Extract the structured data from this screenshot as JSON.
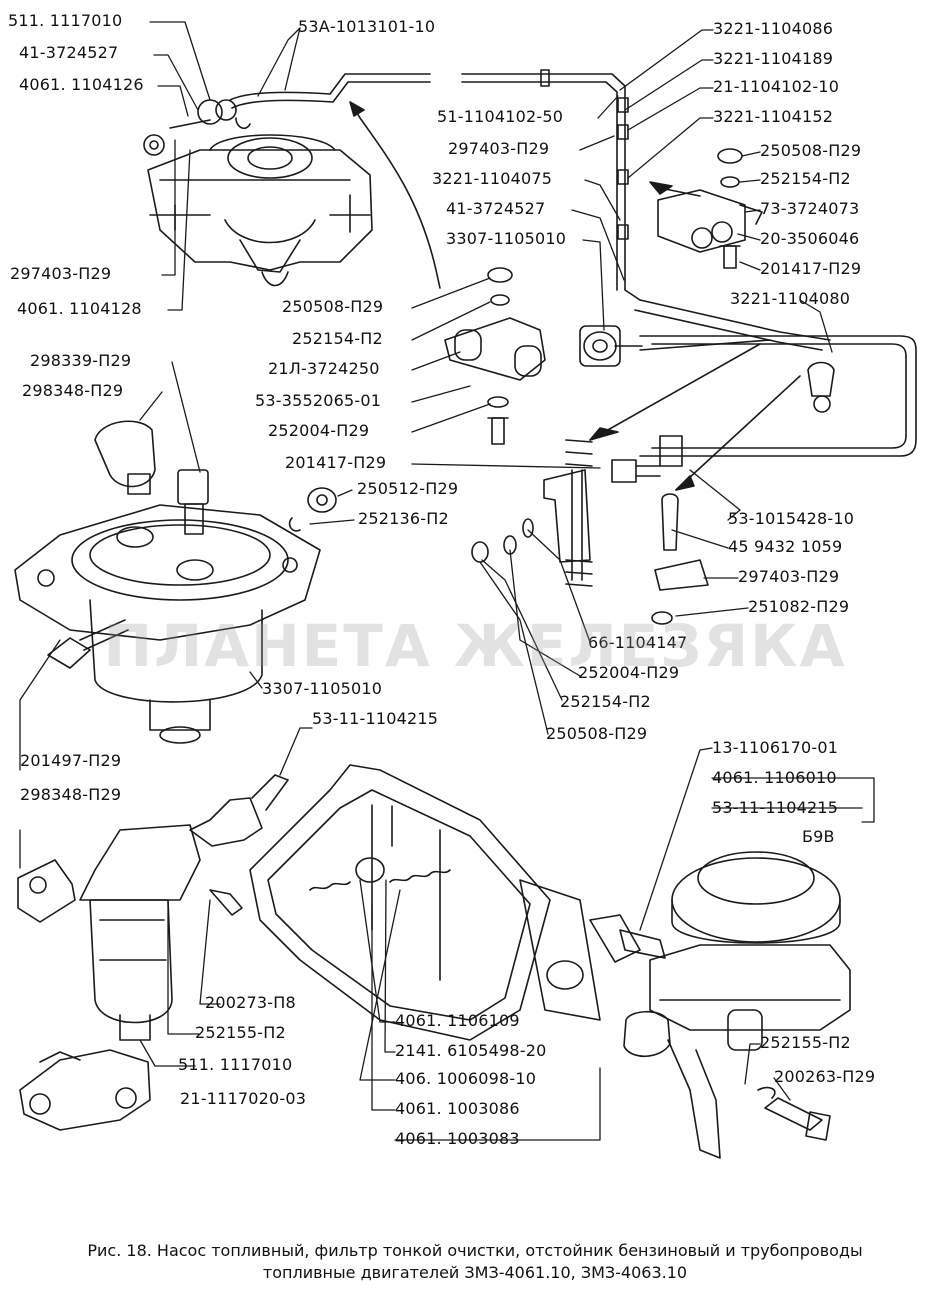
{
  "watermark": "ПЛАНЕТА ЖЕЛЕЗЯКА",
  "caption": {
    "line1": "Рис. 18. Насос топливный, фильтр тонкой очистки, отстойник бензиновый и трубопроводы",
    "line2": "топливные двигателей ЗМЗ-4061.10, ЗМЗ-4063.10"
  },
  "parts": [
    {
      "id": "p01",
      "label": "511. 1117010"
    },
    {
      "id": "p02",
      "label": "41-3724527"
    },
    {
      "id": "p03",
      "label": "4061. 1104126"
    },
    {
      "id": "p04",
      "label": "53А-1013101-10"
    },
    {
      "id": "p05",
      "label": "3221-1104086"
    },
    {
      "id": "p06",
      "label": "3221-1104189"
    },
    {
      "id": "p07",
      "label": "21-1104102-10"
    },
    {
      "id": "p08",
      "label": "51-1104102-50"
    },
    {
      "id": "p09",
      "label": "3221-1104152"
    },
    {
      "id": "p10",
      "label": "297403-П29"
    },
    {
      "id": "p11",
      "label": "250508-П29"
    },
    {
      "id": "p12",
      "label": "3221-1104075"
    },
    {
      "id": "p13",
      "label": "252154-П2"
    },
    {
      "id": "p14",
      "label": "41-3724527"
    },
    {
      "id": "p15",
      "label": "73-3724073"
    },
    {
      "id": "p16",
      "label": "3307-1105010"
    },
    {
      "id": "p17",
      "label": "20-3506046"
    },
    {
      "id": "p18",
      "label": "297403-П29"
    },
    {
      "id": "p19",
      "label": "201417-П29"
    },
    {
      "id": "p20",
      "label": "4061. 1104128"
    },
    {
      "id": "p21",
      "label": "250508-П29"
    },
    {
      "id": "p22",
      "label": "3221-1104080"
    },
    {
      "id": "p23",
      "label": "298339-П29"
    },
    {
      "id": "p24",
      "label": "252154-П2"
    },
    {
      "id": "p25",
      "label": "298348-П29"
    },
    {
      "id": "p26",
      "label": "21Л-3724250"
    },
    {
      "id": "p27",
      "label": "53-3552065-01"
    },
    {
      "id": "p28",
      "label": "252004-П29"
    },
    {
      "id": "p29",
      "label": "201417-П29"
    },
    {
      "id": "p30",
      "label": "250512-П29"
    },
    {
      "id": "p31",
      "label": "252136-П2"
    },
    {
      "id": "p32",
      "label": "53-1015428-10"
    },
    {
      "id": "p33",
      "label": "45 9432 1059"
    },
    {
      "id": "p34",
      "label": "297403-П29"
    },
    {
      "id": "p35",
      "label": "251082-П29"
    },
    {
      "id": "p36",
      "label": "66-1104147"
    },
    {
      "id": "p37",
      "label": "252004-П29"
    },
    {
      "id": "p38",
      "label": "3307-1105010"
    },
    {
      "id": "p39",
      "label": "252154-П2"
    },
    {
      "id": "p40",
      "label": "250508-П29"
    },
    {
      "id": "p41",
      "label": "53-11-1104215"
    },
    {
      "id": "p42",
      "label": "13-1106170-01"
    },
    {
      "id": "p43",
      "label": "201497-П29"
    },
    {
      "id": "p44",
      "label": "4061. 1106010"
    },
    {
      "id": "p45",
      "label": "298348-П29"
    },
    {
      "id": "p46",
      "label": "53-11-1104215"
    },
    {
      "id": "p47",
      "label": "Б9В"
    },
    {
      "id": "p48",
      "label": "200273-П8"
    },
    {
      "id": "p49",
      "label": "4061. 1106109"
    },
    {
      "id": "p50",
      "label": "252155-П2"
    },
    {
      "id": "p51",
      "label": "2141. 6105498-20"
    },
    {
      "id": "p52",
      "label": "252155-П2"
    },
    {
      "id": "p53",
      "label": "511. 1117010"
    },
    {
      "id": "p54",
      "label": "406. 1006098-10"
    },
    {
      "id": "p55",
      "label": "200263-П29"
    },
    {
      "id": "p56",
      "label": "21-1117020-03"
    },
    {
      "id": "p57",
      "label": "4061. 1003086"
    },
    {
      "id": "p58",
      "label": "4061. 1003083"
    }
  ]
}
